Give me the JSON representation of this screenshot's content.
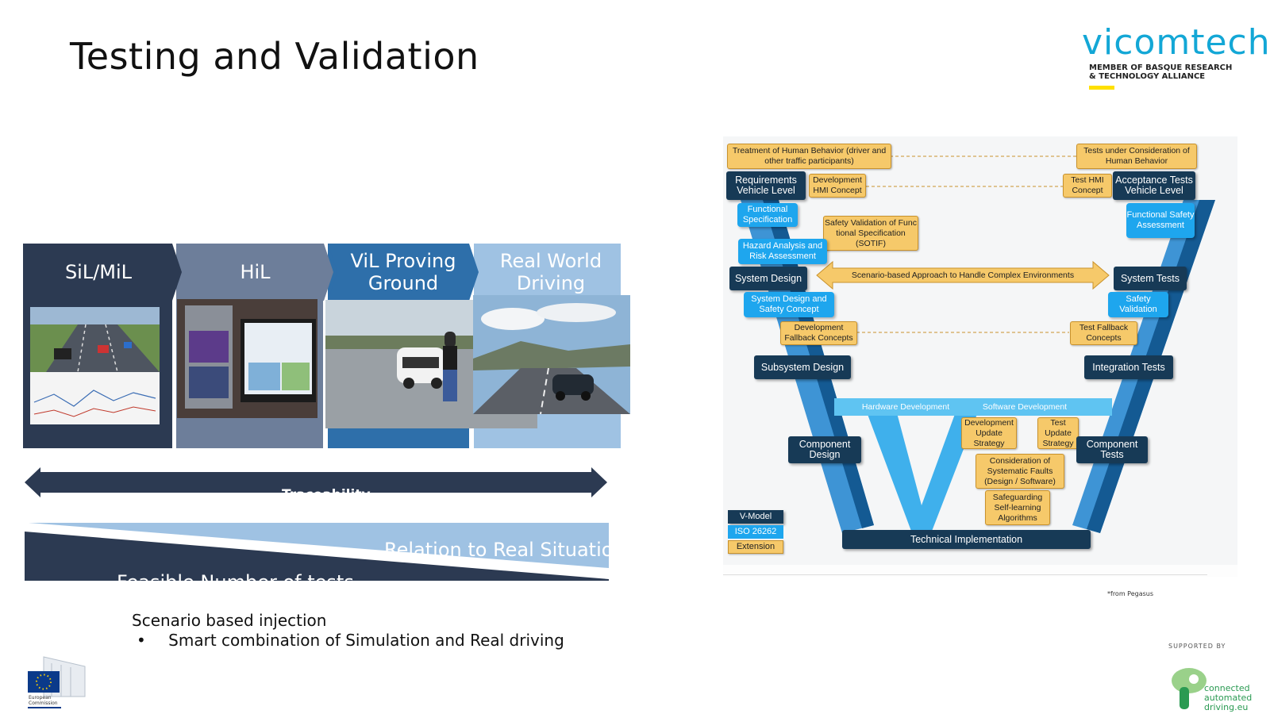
{
  "title": "Testing and Validation",
  "logo": {
    "wordmark": "vicomtech",
    "tagline_line1": "MEMBER OF BASQUE RESEARCH",
    "tagline_line2": "& TECHNOLOGY ALLIANCE",
    "colors": {
      "wordmark": "#13a7d6",
      "accent_bar": "#ffe000"
    }
  },
  "stages": [
    {
      "label": "SiL/MiL",
      "color": "#2c3a52"
    },
    {
      "label": "HiL",
      "color": "#6d7e9a"
    },
    {
      "label": "ViL Proving Ground",
      "color": "#2e6faa"
    },
    {
      "label": "Real World Driving",
      "color": "#9fc2e3"
    }
  ],
  "traceability_label": "Traceability",
  "wedges": {
    "relation_label": "Relation to Real Situations",
    "feasible_label": "Feasible Number of tests"
  },
  "body_text": {
    "line1": "Scenario based injection",
    "bullet": "•",
    "line2": "Smart combination of Simulation and Real driving"
  },
  "vmodel": {
    "top_left": "Treatment of Human Behavior (driver and other traffic participants)",
    "top_right": "Tests under Consideration of Human Behavior",
    "req": "Requirements Vehicle Level",
    "dev_hmi": "Development HMI Concept",
    "test_hmi": "Test HMI Concept",
    "acceptance": "Acceptance Tests Vehicle Level",
    "func_spec": "Functional Specification",
    "sotif": "Safety Validation of Func tional Specification (SOTIF)",
    "func_safety": "Functional Safety Assessment",
    "hazard": "Hazard Analysis and Risk Assessment",
    "system_design": "System Design",
    "scenario": "Scenario-based Approach to Handle Complex Environments",
    "system_tests": "System Tests",
    "sd_safety": "System Design and Safety Concept",
    "safety_validation": "Safety Validation",
    "dev_fallback": "Development Fallback Concepts",
    "test_fallback": "Test Fallback Concepts",
    "subsystem": "Subsystem Design",
    "integration": "Integration Tests",
    "hw_dev": "Hardware Development",
    "sw_dev": "Software Development",
    "dev_update": "Development Update Strategy",
    "test_update": "Test Update Strategy",
    "comp_design": "Component Design",
    "comp_tests": "Component Tests",
    "systematic": "Consideration of Systematic Faults (Design / Software)",
    "safeguarding": "Safeguarding Self-learning Algorithms",
    "tech_impl": "Technical Implementation",
    "legend": [
      "V-Model",
      "ISO 26262",
      "Extension"
    ]
  },
  "reference_note": "*from Pegasus",
  "ec_label_line1": "European",
  "ec_label_line2": "Commission",
  "supported_by": "SUPPORTED BY",
  "cad_logo": [
    "connected",
    "automated",
    "driving.eu"
  ]
}
